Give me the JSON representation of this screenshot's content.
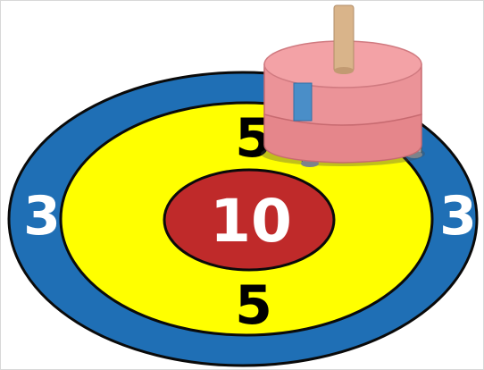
{
  "target": {
    "outer_ring_score": "3",
    "middle_ring_score": "5",
    "bullseye_score": "10"
  },
  "colors": {
    "outer_ring": "#1f6fb5",
    "middle_ring": "#ffff00",
    "bullseye": "#bf2a2a",
    "outline": "#0a0a0a",
    "stone_body": "#e98f93",
    "stone_top": "#f3a2a6",
    "stone_stripe": "#4a8ec8",
    "handle": "#d9b48a"
  },
  "icons": {
    "stone": "curling-stone-icon"
  }
}
